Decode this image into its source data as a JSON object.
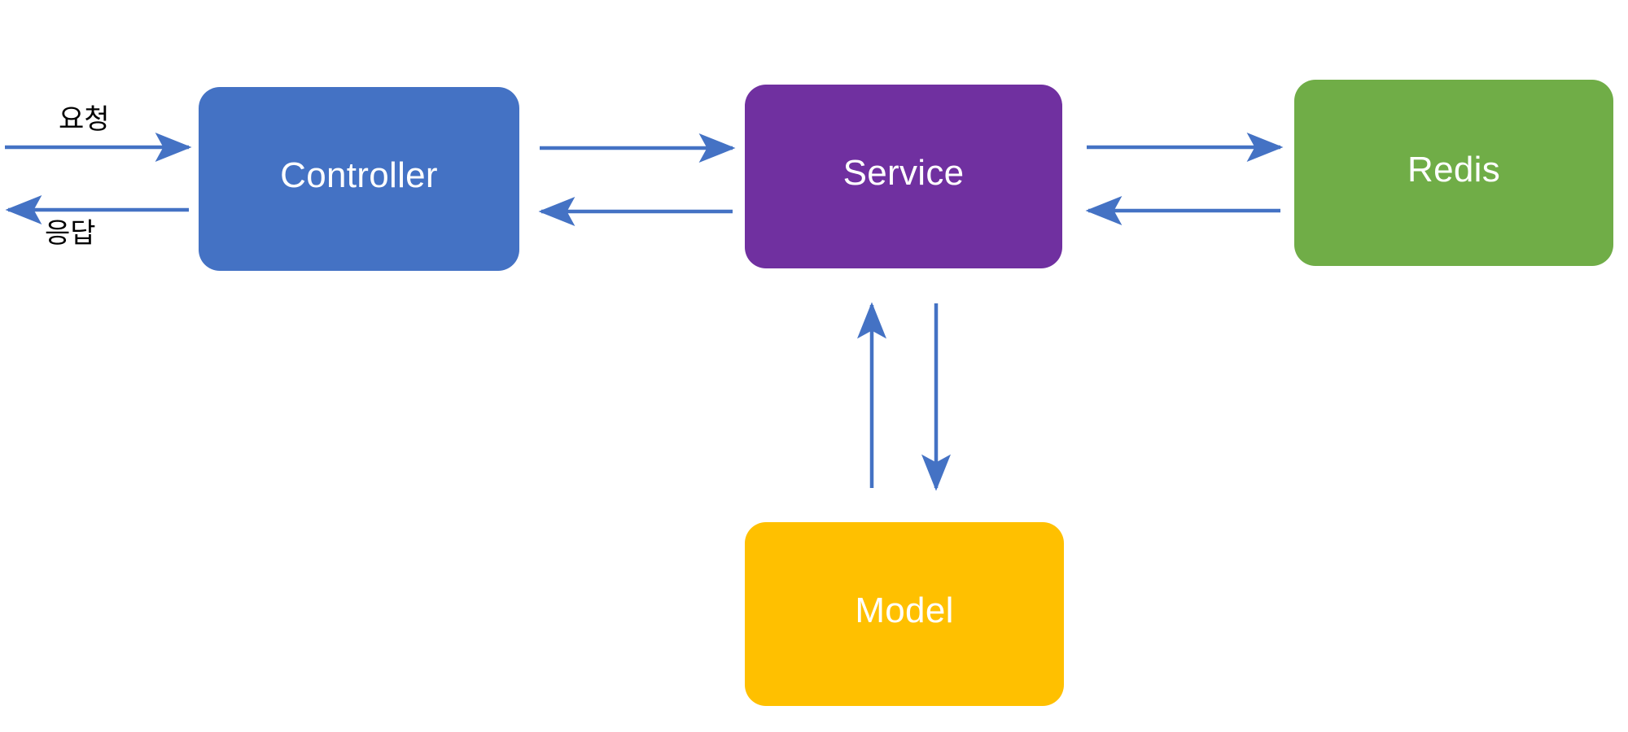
{
  "diagram": {
    "title": "Controller-Service-Redis-Model architecture flow",
    "background_color": "#FFFFFF",
    "arrow_color": "#4472C4",
    "nodes": [
      {
        "id": "controller",
        "label": "Controller",
        "color": "#4472C4",
        "text_color": "#FFFFFF"
      },
      {
        "id": "service",
        "label": "Service",
        "color": "#7030A0",
        "text_color": "#FFFFFF"
      },
      {
        "id": "redis",
        "label": "Redis",
        "color": "#70AD47",
        "text_color": "#FFFFFF"
      },
      {
        "id": "model",
        "label": "Model",
        "color": "#FFC000",
        "text_color": "#FFFFFF"
      }
    ],
    "flow_labels": {
      "request": "요청",
      "response": "응답"
    },
    "edges": [
      {
        "id": "client-to-controller",
        "from": "client",
        "to": "controller",
        "label": "요청",
        "direction": "right"
      },
      {
        "id": "controller-to-client",
        "from": "controller",
        "to": "client",
        "label": "응답",
        "direction": "left"
      },
      {
        "id": "controller-to-service",
        "from": "controller",
        "to": "service",
        "label": "",
        "direction": "right"
      },
      {
        "id": "service-to-controller",
        "from": "service",
        "to": "controller",
        "label": "",
        "direction": "left"
      },
      {
        "id": "service-to-redis",
        "from": "service",
        "to": "redis",
        "label": "",
        "direction": "right"
      },
      {
        "id": "redis-to-service",
        "from": "redis",
        "to": "service",
        "label": "",
        "direction": "left"
      },
      {
        "id": "model-to-service",
        "from": "model",
        "to": "service",
        "label": "",
        "direction": "up"
      },
      {
        "id": "service-to-model",
        "from": "service",
        "to": "model",
        "label": "",
        "direction": "down"
      }
    ]
  }
}
